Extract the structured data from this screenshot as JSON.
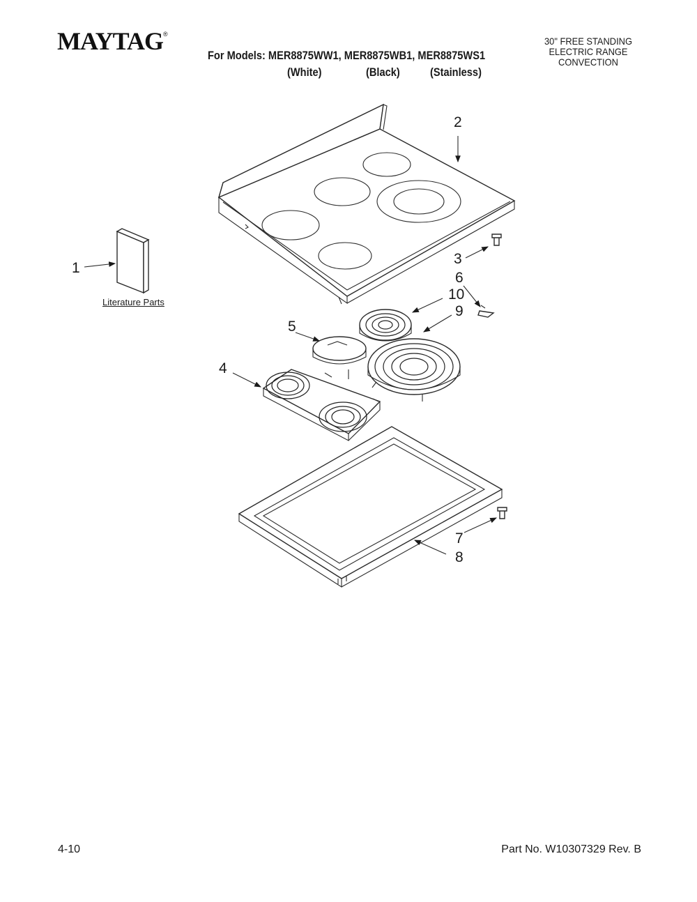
{
  "header": {
    "brand": "MAYTAG",
    "brand_mark": "®",
    "models_line": "For Models: MER8875WW1, MER8875WB1, MER8875WS1",
    "variants": [
      "(White)",
      "(Black)",
      "(Stainless)"
    ],
    "product_lines": [
      "30\" FREE STANDING",
      "ELECTRIC RANGE",
      "CONVECTION"
    ]
  },
  "diagram": {
    "callouts": [
      "1",
      "2",
      "3",
      "4",
      "5",
      "6",
      "7",
      "8",
      "9",
      "10"
    ],
    "literature_label": "Literature Parts"
  },
  "footer": {
    "page": "4-10",
    "part_number": "Part No. W10307329 Rev. B"
  }
}
